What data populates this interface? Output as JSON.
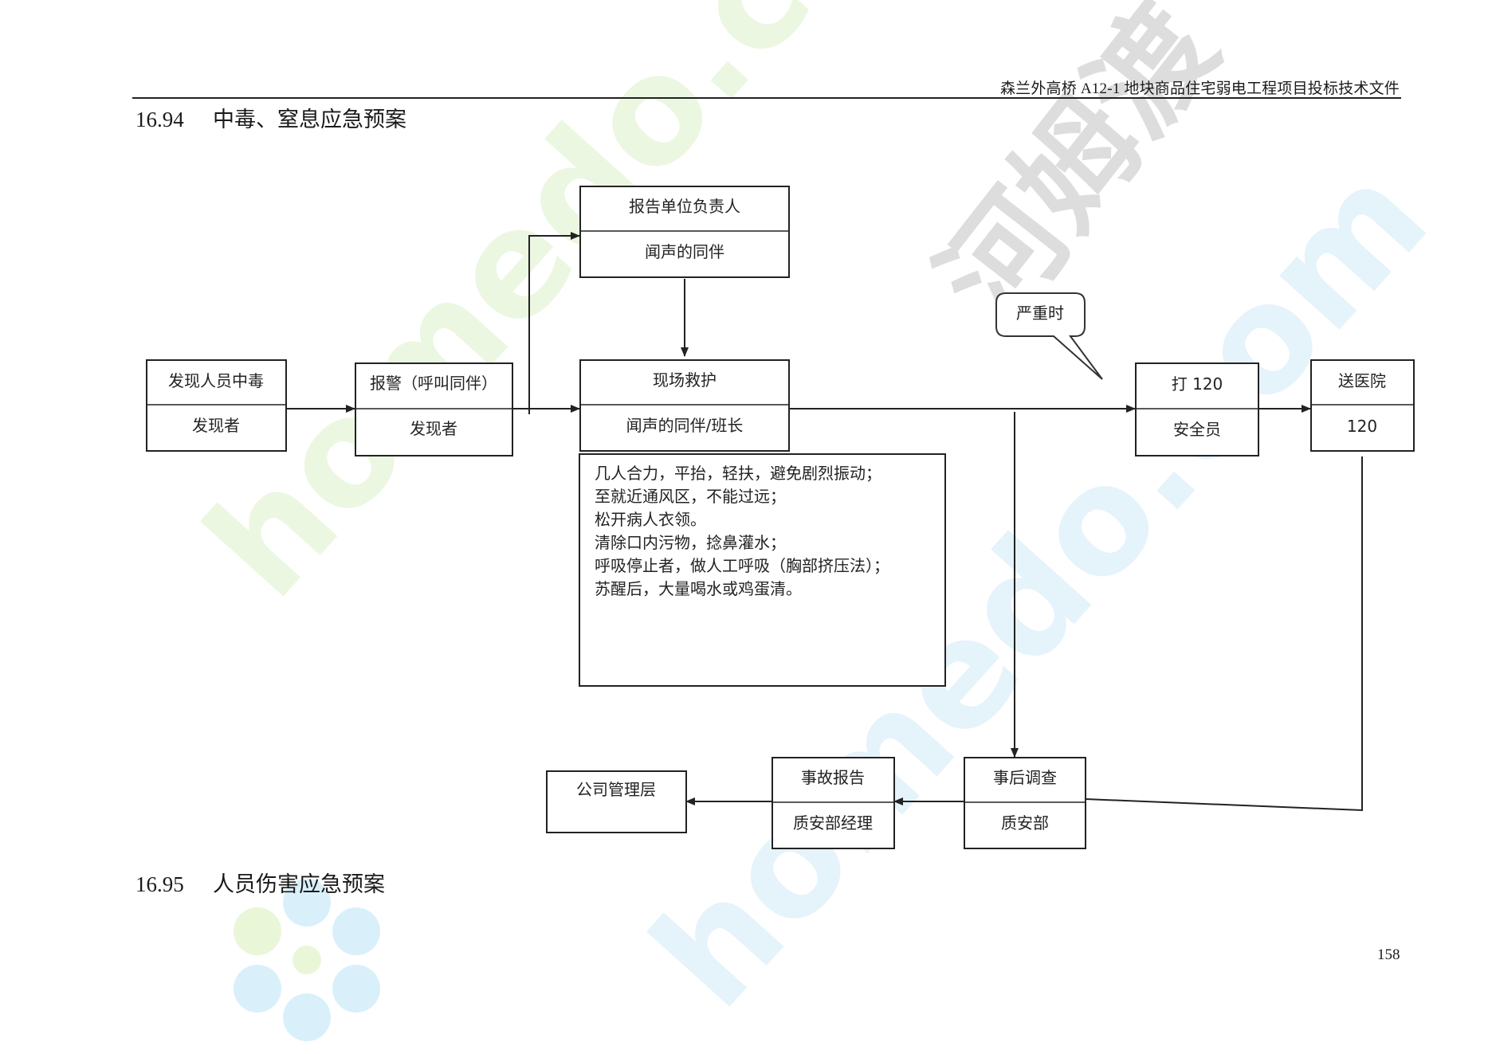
{
  "header": {
    "title": "森兰外高桥 A12-1 地块商品住宅弱电工程项目投标技术文件"
  },
  "sections": [
    {
      "number": "16.94",
      "title": "中毒、窒息应急预案"
    },
    {
      "number": "16.95",
      "title": "人员伤害应急预案"
    }
  ],
  "page_number": "158",
  "flowchart": {
    "nodes": {
      "discover": {
        "top": "发现人员中毒",
        "bottom": "发现者"
      },
      "alarm": {
        "top": "报警（呼叫同伴）",
        "bottom": "发现者"
      },
      "report": {
        "top": "报告单位负责人",
        "bottom": "闻声的同伴"
      },
      "rescue": {
        "top": "现场救护",
        "bottom": "闻声的同伴/班长"
      },
      "call120": {
        "top": "打 120",
        "bottom": "安全员"
      },
      "hospital": {
        "top": "送医院",
        "bottom": "120"
      },
      "investigate": {
        "top": "事后调查",
        "bottom": "质安部"
      },
      "accident_report": {
        "top": "事故报告",
        "bottom": "质安部经理"
      },
      "management": {
        "top": "公司管理层"
      }
    },
    "callout": "严重时",
    "rescue_steps": [
      "几人合力，平抬，轻扶，避免剧烈振动；",
      "至就近通风区，不能过远；",
      "松开病人衣领。",
      "清除口内污物，捻鼻灌水；",
      "呼吸停止者，做人工呼吸（胸部挤压法）；",
      "苏醒后，大量喝水或鸡蛋清。"
    ]
  },
  "watermark": {
    "text_cn": "河姆渡",
    "text_en": "homedo.com",
    "color_text": "#cfcfcf",
    "color_blue": "#d9f0fb",
    "color_green": "#eaf6d8"
  }
}
